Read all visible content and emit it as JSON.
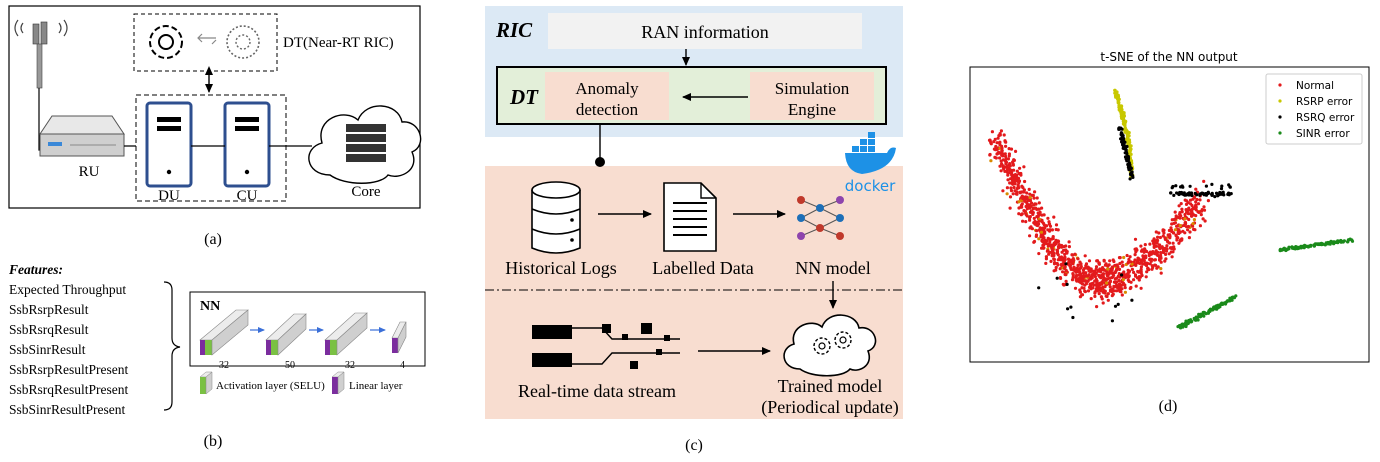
{
  "panel_a": {
    "caption": "(a)",
    "dt_label": "DT(Near-RT RIC)",
    "ru_label": "RU",
    "du_label": "DU",
    "cu_label": "CU",
    "core_label": "Core"
  },
  "panel_b": {
    "caption": "(b)",
    "features_title": "Features:",
    "features": [
      "Expected Throughput",
      "SsbRsrpResult",
      "SsbRsrqResult",
      "SsbSinrResult",
      "SsbRsrpResultPresent",
      "SsbRsrqResultPresent",
      "SsbSinrResultPresent"
    ],
    "nn_title": "NN",
    "layer_sizes": [
      "32",
      "50",
      "32",
      "4"
    ],
    "legend_activation": "Activation layer (SELU)",
    "legend_linear": "Linear layer",
    "colors": {
      "activation": "#7ac143",
      "linear": "#7b2d9e",
      "block": "#d9d9d9"
    }
  },
  "panel_c": {
    "caption": "(c)",
    "ric_label": "RIC",
    "ran_info": "RAN information",
    "dt_label": "DT",
    "anomaly_line1": "Anomaly",
    "anomaly_line2": "detection",
    "sim_line1": "Simulation",
    "sim_line2": "Engine",
    "docker_label": "docker",
    "historical_logs": "Historical Logs",
    "labelled_data": "Labelled Data",
    "nn_model": "NN model",
    "realtime_stream": "Real-time data stream",
    "trained_line1": "Trained model",
    "trained_line2": "(Periodical update)",
    "colors": {
      "ric_bg": "#dce9f5",
      "dt_bg": "#e3efd9",
      "bottom_bg": "#f8ddd0",
      "box_bg": "#f8ddd0",
      "docker": "#1d91e6"
    }
  },
  "panel_d": {
    "caption": "(d)",
    "title": "t-SNE of the NN output",
    "legend": [
      {
        "name": "Normal",
        "color": "#e31a1c"
      },
      {
        "name": "RSRP error",
        "color": "#c8c800"
      },
      {
        "name": "RSRQ error",
        "color": "#000000"
      },
      {
        "name": "SINR error",
        "color": "#1a8a1a"
      }
    ]
  }
}
